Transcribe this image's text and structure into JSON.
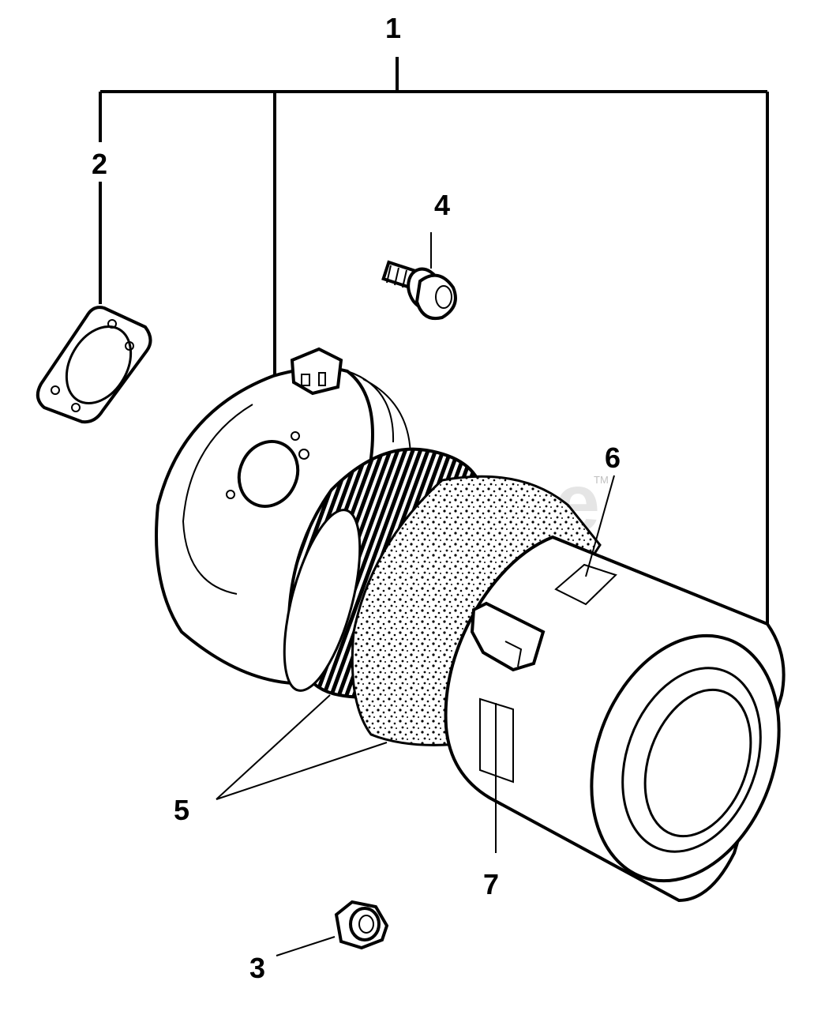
{
  "callouts": {
    "c1": "1",
    "c2": "2",
    "c3": "3",
    "c4": "4",
    "c5": "5",
    "c6": "6",
    "c7": "7"
  },
  "watermark": {
    "text": "PartsTree",
    "trademark": "TM"
  }
}
